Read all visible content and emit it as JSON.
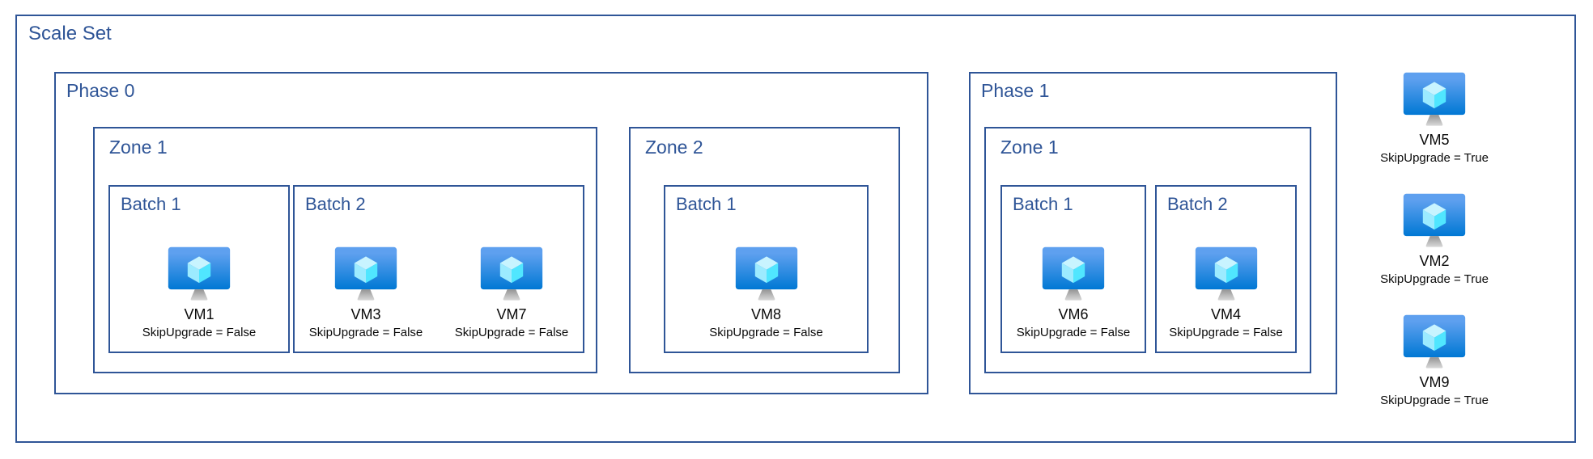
{
  "colors": {
    "box_border": "#2F5597",
    "label_text": "#2F5597",
    "vm_text": "#0A0A0A",
    "vm_screen_top": "#5EA0EF",
    "vm_screen_bottom": "#0078D4",
    "vm_cube_top_face": "#C8F4FF",
    "vm_cube_left_face": "#9CEBFF",
    "vm_cube_right_face": "#50E6FF",
    "vm_stand_dark": "#949494",
    "vm_stand_light": "#D9D9D9"
  },
  "scale_set": {
    "label": "Scale Set",
    "phases": [
      {
        "label": "Phase 0",
        "zones": [
          {
            "label": "Zone 1",
            "batches": [
              {
                "label": "Batch 1",
                "vms": [
                  {
                    "name": "VM1",
                    "skip": "SkipUpgrade = False"
                  }
                ]
              },
              {
                "label": "Batch 2",
                "vms": [
                  {
                    "name": "VM3",
                    "skip": "SkipUpgrade = False"
                  },
                  {
                    "name": "VM7",
                    "skip": "SkipUpgrade = False"
                  }
                ]
              }
            ]
          },
          {
            "label": "Zone 2",
            "batches": [
              {
                "label": "Batch 1",
                "vms": [
                  {
                    "name": "VM8",
                    "skip": "SkipUpgrade = False"
                  }
                ]
              }
            ]
          }
        ]
      },
      {
        "label": "Phase 1",
        "zones": [
          {
            "label": "Zone 1",
            "batches": [
              {
                "label": "Batch 1",
                "vms": [
                  {
                    "name": "VM6",
                    "skip": "SkipUpgrade = False"
                  }
                ]
              },
              {
                "label": "Batch 2",
                "vms": [
                  {
                    "name": "VM4",
                    "skip": "SkipUpgrade = False"
                  }
                ]
              }
            ]
          }
        ]
      }
    ],
    "unassigned_vms": [
      {
        "name": "VM5",
        "skip": "SkipUpgrade = True"
      },
      {
        "name": "VM2",
        "skip": "SkipUpgrade = True"
      },
      {
        "name": "VM9",
        "skip": "SkipUpgrade = True"
      }
    ]
  }
}
